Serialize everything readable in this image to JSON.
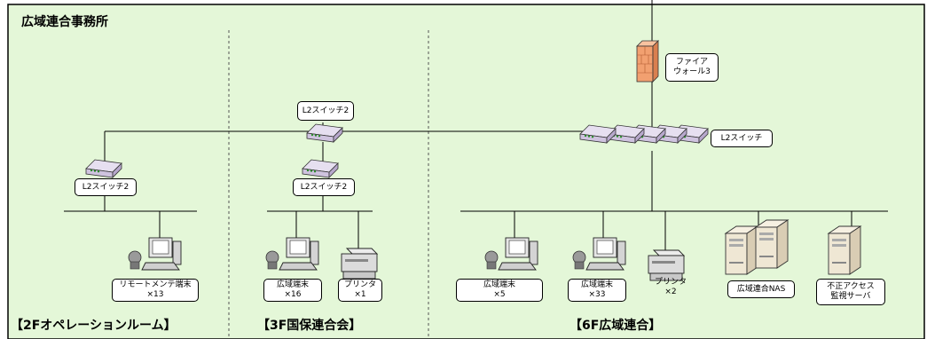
{
  "office_title": "広域連合事務所",
  "sections": {
    "ops_room": "【2Fオペレーションルーム】",
    "kokuho": "【3F国保連合会】",
    "kouiki": "【6F広域連合】"
  },
  "firewall": {
    "line1": "ファイア",
    "line2": "ウォール3"
  },
  "switches": {
    "l2_core": "L2スイッチ2",
    "l2_3f": "L2スイッチ2",
    "l2_2f": "L2スイッチ2",
    "l2_stack": "L2スイッチ"
  },
  "devices": {
    "remote_terminal": {
      "name": "リモートメンテ端末",
      "count": "×13"
    },
    "kouiki_terminal_3f": {
      "name": "広域端末",
      "count": "×16"
    },
    "printer_3f": {
      "name": "プリンタ",
      "count": "×1"
    },
    "kouiki_terminal_a": {
      "name": "広域端末",
      "count": "×5"
    },
    "kouiki_terminal_b": {
      "name": "広域端末",
      "count": "×33"
    },
    "printer_6f": {
      "name": "プリンタ",
      "count": "×2"
    },
    "nas": {
      "name": "広域連合NAS"
    },
    "ids_server": {
      "line1": "不正アクセス",
      "line2": "監視サーバ"
    }
  },
  "colors": {
    "background_zone": "#e4f7d8",
    "border": "#000000",
    "switch_body": "#cfc3df",
    "firewall": "#f2a070",
    "pc_body": "#dcdcdc",
    "server_body": "#efe7d4"
  },
  "icons": [
    "switch-icon",
    "firewall-icon",
    "pc-icon",
    "printer-icon",
    "server-icon",
    "camera-icon"
  ]
}
